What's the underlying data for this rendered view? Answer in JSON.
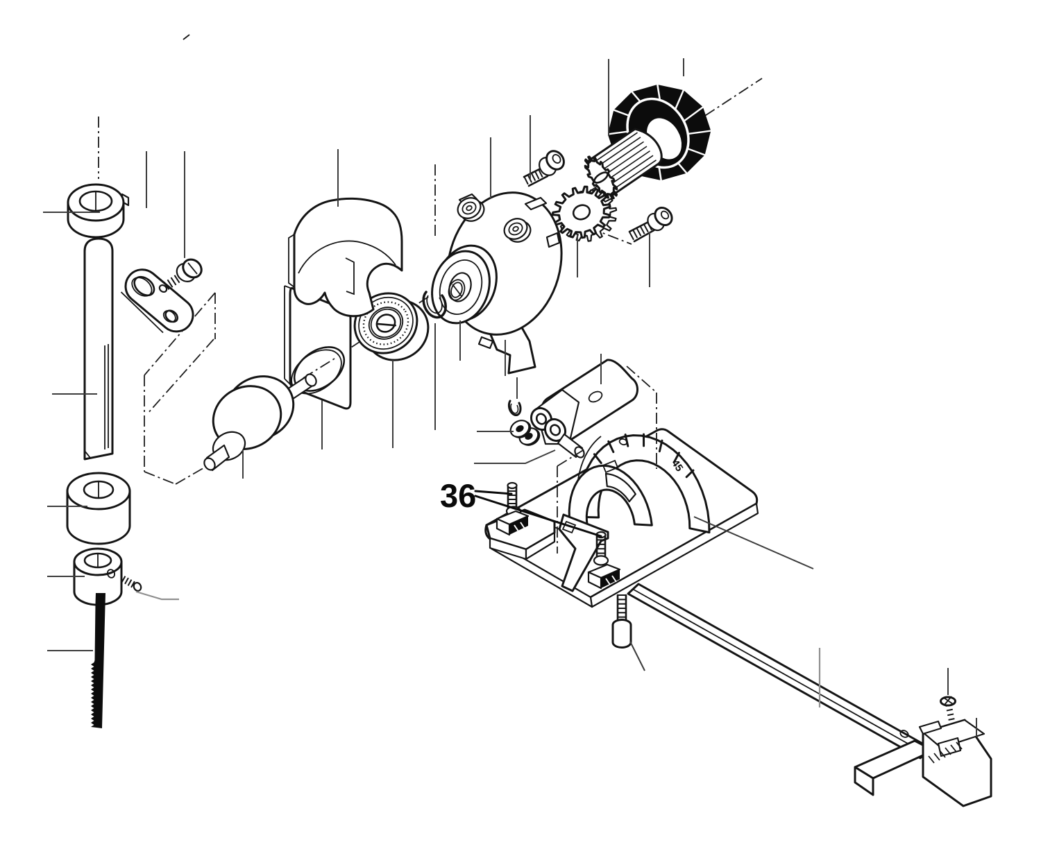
{
  "figure": {
    "type": "exploded-parts-diagram",
    "subject": "power scroll saw / jigsaw mechanism, exploded isometric parts view",
    "background": "#ffffff",
    "ink": "#141414",
    "leader_color": "#3c3c3c",
    "callout": {
      "label": "36",
      "points_to": [
        "clamp-set-screw-front",
        "clamp-set-screw-rear"
      ]
    },
    "angle_scale": {
      "label": "45",
      "tick_count": 9
    },
    "parts": [
      {
        "name": "shaft-collar",
        "desc": "clamp collar with boss"
      },
      {
        "name": "guide-rod",
        "desc": "slotted guide rod"
      },
      {
        "name": "link-arm",
        "desc": "two-hole link arm"
      },
      {
        "name": "link-screw",
        "desc": "pan-head screw"
      },
      {
        "name": "eccentric-crank",
        "desc": "eccentric crank disc with drive pin and shaft"
      },
      {
        "name": "guide-plate",
        "desc": "plate with oval opening"
      },
      {
        "name": "housing-cover",
        "desc": "contoured housing cover"
      },
      {
        "name": "ball-bearing",
        "desc": "ball bearing"
      },
      {
        "name": "retaining-ring",
        "desc": "retaining ring (circlip)"
      },
      {
        "name": "gear-housing",
        "desc": "gear housing flange with hub, bosses and rim lugs"
      },
      {
        "name": "socket-screw-upper",
        "desc": "socket-head cap screw"
      },
      {
        "name": "socket-screw-lower",
        "desc": "socket-head cap screw"
      },
      {
        "name": "spur-gear",
        "desc": "spur gear"
      },
      {
        "name": "pinion-gear",
        "desc": "long splined pinion gear"
      },
      {
        "name": "fan-impeller",
        "desc": "black cooling fan impeller"
      },
      {
        "name": "spacer-bushing",
        "desc": "cylindrical spacer bushing"
      },
      {
        "name": "blade-collar",
        "desc": "blade collar with set-screw hole"
      },
      {
        "name": "collar-set-screw",
        "desc": "small set screw"
      },
      {
        "name": "saw-blade",
        "desc": "toothed saw blade"
      },
      {
        "name": "support-roller",
        "desc": "blade support roller with hole"
      },
      {
        "name": "roller-yoke",
        "desc": "roller yoke with eyelets"
      },
      {
        "name": "roller-washers",
        "desc": "pair of grooved washers"
      },
      {
        "name": "roller-circlip",
        "desc": "small retaining ring"
      },
      {
        "name": "roller-pin",
        "desc": "clevis pin"
      },
      {
        "name": "base-plate",
        "desc": "base plate (shoe) with notch and wing"
      },
      {
        "name": "angle-guide",
        "desc": "curved angle guide with tick scale and slot"
      },
      {
        "name": "clamp-set-screw-front",
        "desc": "set screw with square nut, front"
      },
      {
        "name": "clamp-set-screw-rear",
        "desc": "set screw with square nut, rear"
      },
      {
        "name": "plate-bolt",
        "desc": "bolt below base plate"
      },
      {
        "name": "fence-rail",
        "desc": "rip-fence rail with hole"
      },
      {
        "name": "fence-foot",
        "desc": "rip-fence foot block with window"
      },
      {
        "name": "fence-screw",
        "desc": "fence lock screw"
      }
    ]
  }
}
